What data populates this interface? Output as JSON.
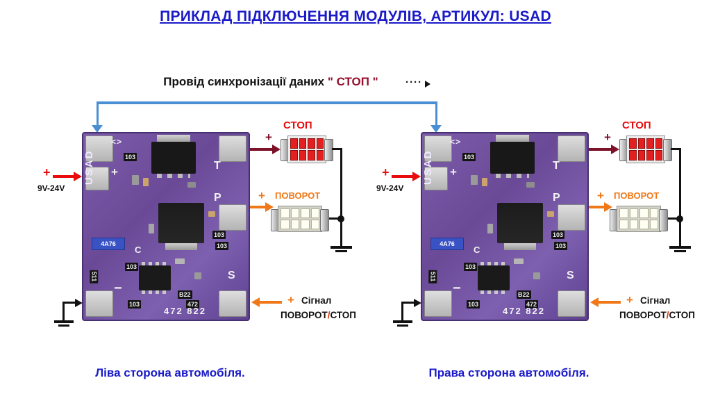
{
  "title": "ПРИКЛАД ПІДКЛЮЧЕННЯ МОДУЛІВ, АРТИКУЛ: USAD",
  "sync": {
    "prefix": "Провід синхронізації даних",
    "highlight": "\" СТОП \"",
    "dots": "····"
  },
  "power": {
    "plus": "+",
    "label": "9V-24V"
  },
  "module": {
    "name_vertical": "USAD",
    "pad_labels": {
      "plus": "+",
      "minus": "−",
      "t": "T",
      "p": "P",
      "s": "S"
    },
    "markings": {
      "chevrons": "<>",
      "m103a": "103",
      "m103b": "103",
      "m103c": "103",
      "m103d": "103",
      "m103e": "103",
      "r511": "511",
      "rb22": "B22",
      "r472": "472",
      "fuse": "4A76",
      "c": "C",
      "silk": "472 822"
    }
  },
  "stop_led": {
    "plus": "+",
    "label": "СТОП"
  },
  "turn_led": {
    "plus": "+",
    "label": "ПОВОРОТ"
  },
  "signal": {
    "plus": "+",
    "line1": "Сігнал",
    "line2_a": "ПОВОРОТ",
    "line2_slash": "/",
    "line2_b": "СТОП"
  },
  "captions": {
    "left": "Ліва сторона автомобіля.",
    "right": "Права сторона автомобіля."
  },
  "colors": {
    "title_blue": "#1a1ac8",
    "wire_blue": "#4a8fd4",
    "red": "#e80c0c",
    "maroon": "#7d1128",
    "orange": "#f07818",
    "board_purple": "#6a4a97"
  }
}
